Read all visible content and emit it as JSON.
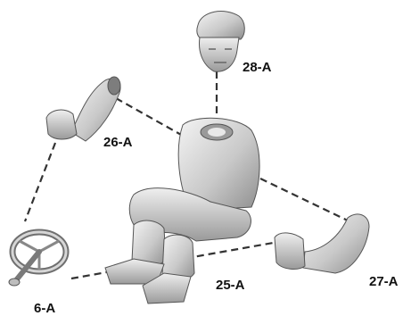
{
  "diagram": {
    "labels": {
      "head": "28-A",
      "right_arm": "26-A",
      "torso_legs": "25-A",
      "left_arm": "27-A",
      "steering_wheel": "6-A"
    }
  }
}
